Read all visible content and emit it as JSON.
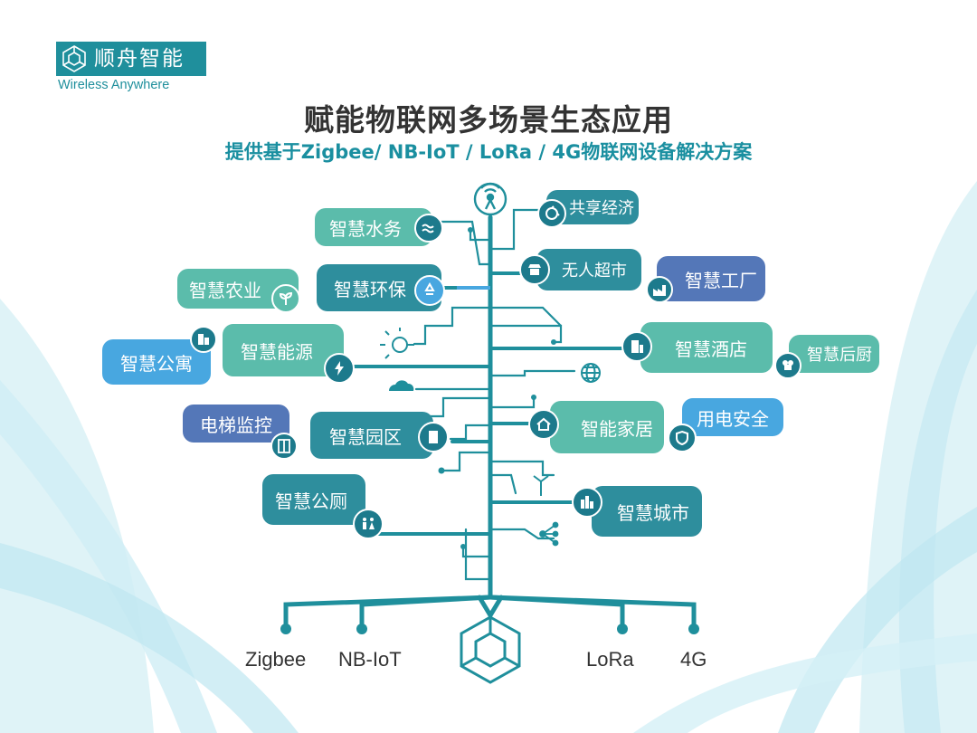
{
  "brand": {
    "name": "顺舟智能",
    "tagline": "Wireless Anywhere",
    "color": "#1f8f9c"
  },
  "title": "赋能物联网多场景生态应用",
  "subtitle": "提供基于Zigbee/ NB-IoT / LoRa / 4G物联网设备解决方案",
  "colors": {
    "trunk": "#1f8f9c",
    "mint": "#5bbcab",
    "teal": "#2e8e9d",
    "sky": "#48a7e0",
    "slate": "#5477b8"
  },
  "left_nodes": {
    "water": {
      "label": "智慧水务",
      "icon": "water-wave-icon"
    },
    "agri": {
      "label": "智慧农业",
      "icon": "sprout-icon"
    },
    "env": {
      "label": "智慧环保",
      "icon": "recycle-icon"
    },
    "apartment": {
      "label": "智慧公寓",
      "icon": "apartment-building-icon"
    },
    "energy": {
      "label": "智慧能源",
      "icon": "lightning-icon"
    },
    "elevator": {
      "label": "电梯监控",
      "icon": "elevator-icon"
    },
    "park": {
      "label": "智慧园区",
      "icon": "office-building-icon"
    },
    "toilet": {
      "label": "智慧公厕",
      "icon": "restroom-icon"
    }
  },
  "right_nodes": {
    "sharing": {
      "label": "共享经济",
      "icon": "sharing-cycle-icon"
    },
    "store": {
      "label": "无人超市",
      "icon": "shop-icon"
    },
    "factory": {
      "label": "智慧工厂",
      "icon": "factory-icon"
    },
    "hotel": {
      "label": "智慧酒店",
      "icon": "hotel-icon"
    },
    "kitchen": {
      "label": "智慧后厨",
      "icon": "chef-icon"
    },
    "home": {
      "label": "智能家居",
      "icon": "home-icon"
    },
    "power": {
      "label": "用电安全",
      "icon": "shield-icon"
    },
    "city": {
      "label": "智慧城市",
      "icon": "city-icon"
    }
  },
  "decor_icons": [
    "antenna-icon",
    "bulb-icon",
    "cloud-icon",
    "globe-icon",
    "network-icon",
    "hexagon-cube-icon"
  ],
  "protocols": [
    "Zigbee",
    "NB-IoT",
    "LoRa",
    "4G"
  ]
}
